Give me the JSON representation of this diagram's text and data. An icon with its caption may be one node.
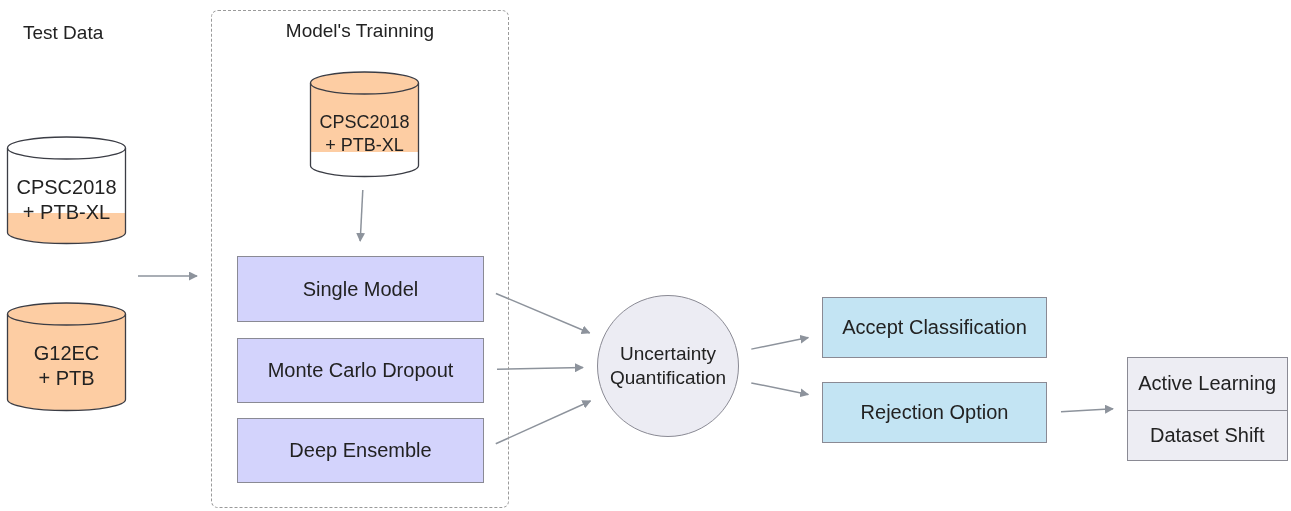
{
  "diagram": {
    "nodes": [
      {
        "text": [
          "CPSC2018 + PTB-XL"
        ]
      },
      {
        "text": [
          "G12EC + PTB"
        ]
      },
      {
        "text": [
          "Model's Trainning"
        ]
      },
      {
        "text": [
          "CPSC2018 + PTB-XL"
        ],
        "in": 2
      },
      {
        "text": [
          "Single Model"
        ],
        "in": 2
      },
      {
        "text": [
          "Monte Carlo Dropout"
        ],
        "in": 2
      },
      {
        "text": [
          "Deep Ensemble"
        ],
        "in": 2
      },
      {
        "text": [
          "Uncertainty Quantification"
        ]
      },
      {
        "text": [
          "Accept Classification"
        ]
      },
      {
        "text": [
          "Rejection Option"
        ]
      },
      {
        "text": [],
        "shape": "box"
      },
      {
        "text": [
          "Active Learning"
        ],
        "in": 10
      },
      {
        "text": [
          "Dataset Shift"
        ],
        "in": 10
      }
    ],
    "edges": [
      {
        "from": null,
        "to": 2,
        "arrow": "to"
      },
      {
        "from": 3,
        "to": 4,
        "arrow": "to"
      },
      {
        "from": 4,
        "to": 7,
        "arrow": "to"
      },
      {
        "from": 5,
        "to": 7,
        "arrow": "to"
      },
      {
        "from": 6,
        "to": 7,
        "arrow": "to"
      },
      {
        "from": 7,
        "to": 8,
        "arrow": "to"
      },
      {
        "from": 7,
        "to": 9,
        "arrow": "to"
      },
      {
        "from": 9,
        "to": 10,
        "arrow": "to"
      }
    ],
    "labels": [
      "Test Data"
    ]
  }
}
